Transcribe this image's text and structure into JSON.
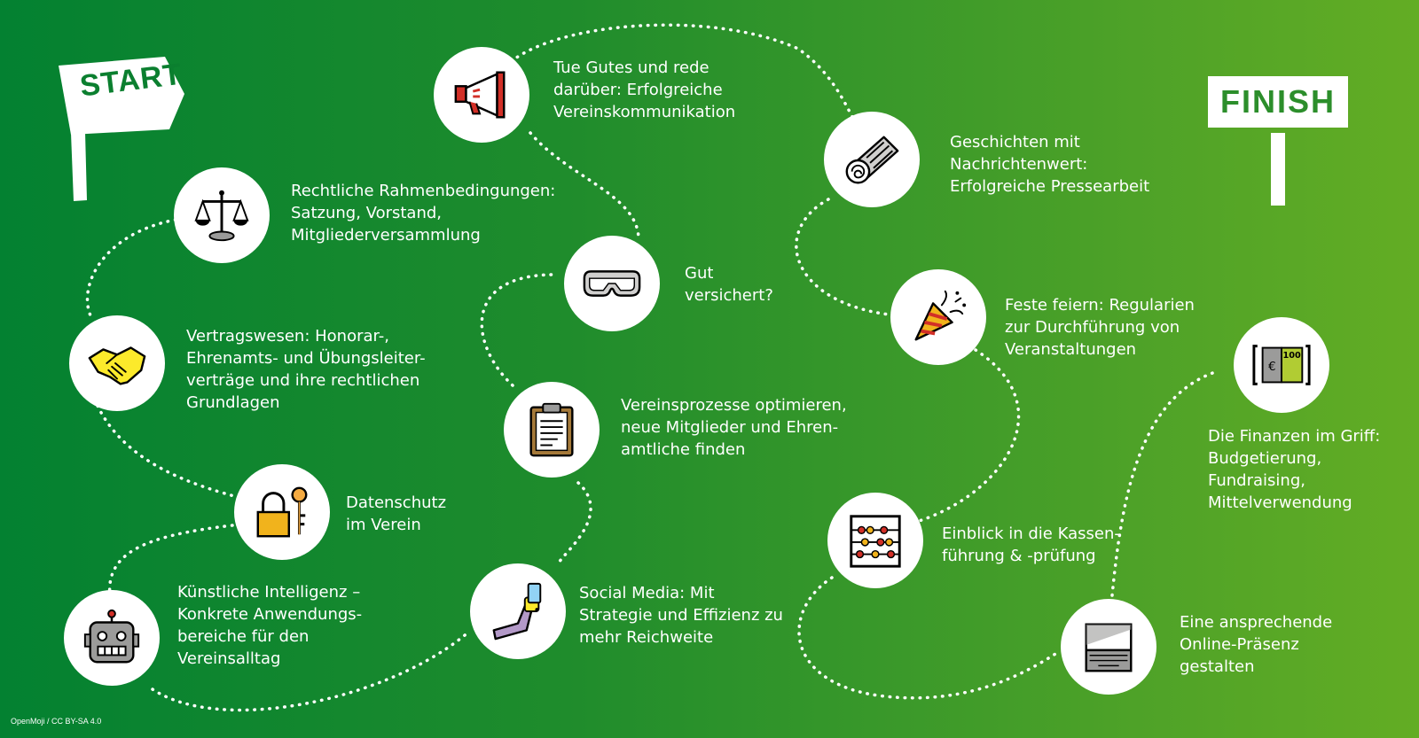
{
  "start": {
    "label": "START"
  },
  "finish": {
    "label": "FINISH"
  },
  "credit": "OpenMoji / CC BY-SA 4.0",
  "stations": [
    {
      "id": "robot",
      "icon": "robot-icon",
      "label": "Künstliche Intelligenz –\nKonkrete Anwendungs-\nbereiche für den\nVereinsalltag"
    },
    {
      "id": "lock",
      "icon": "lock-key-icon",
      "label": "Datenschutz\nim Verein"
    },
    {
      "id": "handshake",
      "icon": "handshake-icon",
      "label": "Vertragswesen: Honorar-,\nEhrenamts- und Übungsleiter-\nverträge und ihre rechtlichen\nGrundlagen"
    },
    {
      "id": "scales",
      "icon": "scales-icon",
      "label": "Rechtliche Rahmenbedingungen:\nSatzung, Vorstand,\nMitgliederversammlung"
    },
    {
      "id": "megaphone",
      "icon": "megaphone-icon",
      "label": "Tue Gutes und rede\ndarüber: Erfolgreiche\nVereinskommunikation"
    },
    {
      "id": "goggles",
      "icon": "goggles-icon",
      "label": "Gut\nversichert?"
    },
    {
      "id": "clipboard",
      "icon": "clipboard-icon",
      "label": "Vereinsprozesse optimieren,\nneue Mitglieder und Ehren-\namtliche finden"
    },
    {
      "id": "selfie",
      "icon": "selfie-icon",
      "label": "Social Media: Mit\nStrategie und Effizienz zu\nmehr Reichweite"
    },
    {
      "id": "abacus",
      "icon": "abacus-icon",
      "label": "Einblick in die Kassen-\nführung & -prüfung"
    },
    {
      "id": "party",
      "icon": "party-popper-icon",
      "label": "Feste feiern: Regularien\nzur Durchführung von\nVeranstaltungen"
    },
    {
      "id": "newspaper",
      "icon": "newspaper-icon",
      "label": "Geschichten mit\nNachrichtenwert:\nErfolgreiche Pressearbeit"
    },
    {
      "id": "laptop",
      "icon": "laptop-icon",
      "label": "Eine ansprechende\nOnline-Präsenz\ngestalten"
    },
    {
      "id": "money",
      "icon": "money-icon",
      "label": "Die Finanzen im Griff:\nBudgetierung,\nFundraising,\nMittelverwendung",
      "banknote_value": "100"
    }
  ]
}
